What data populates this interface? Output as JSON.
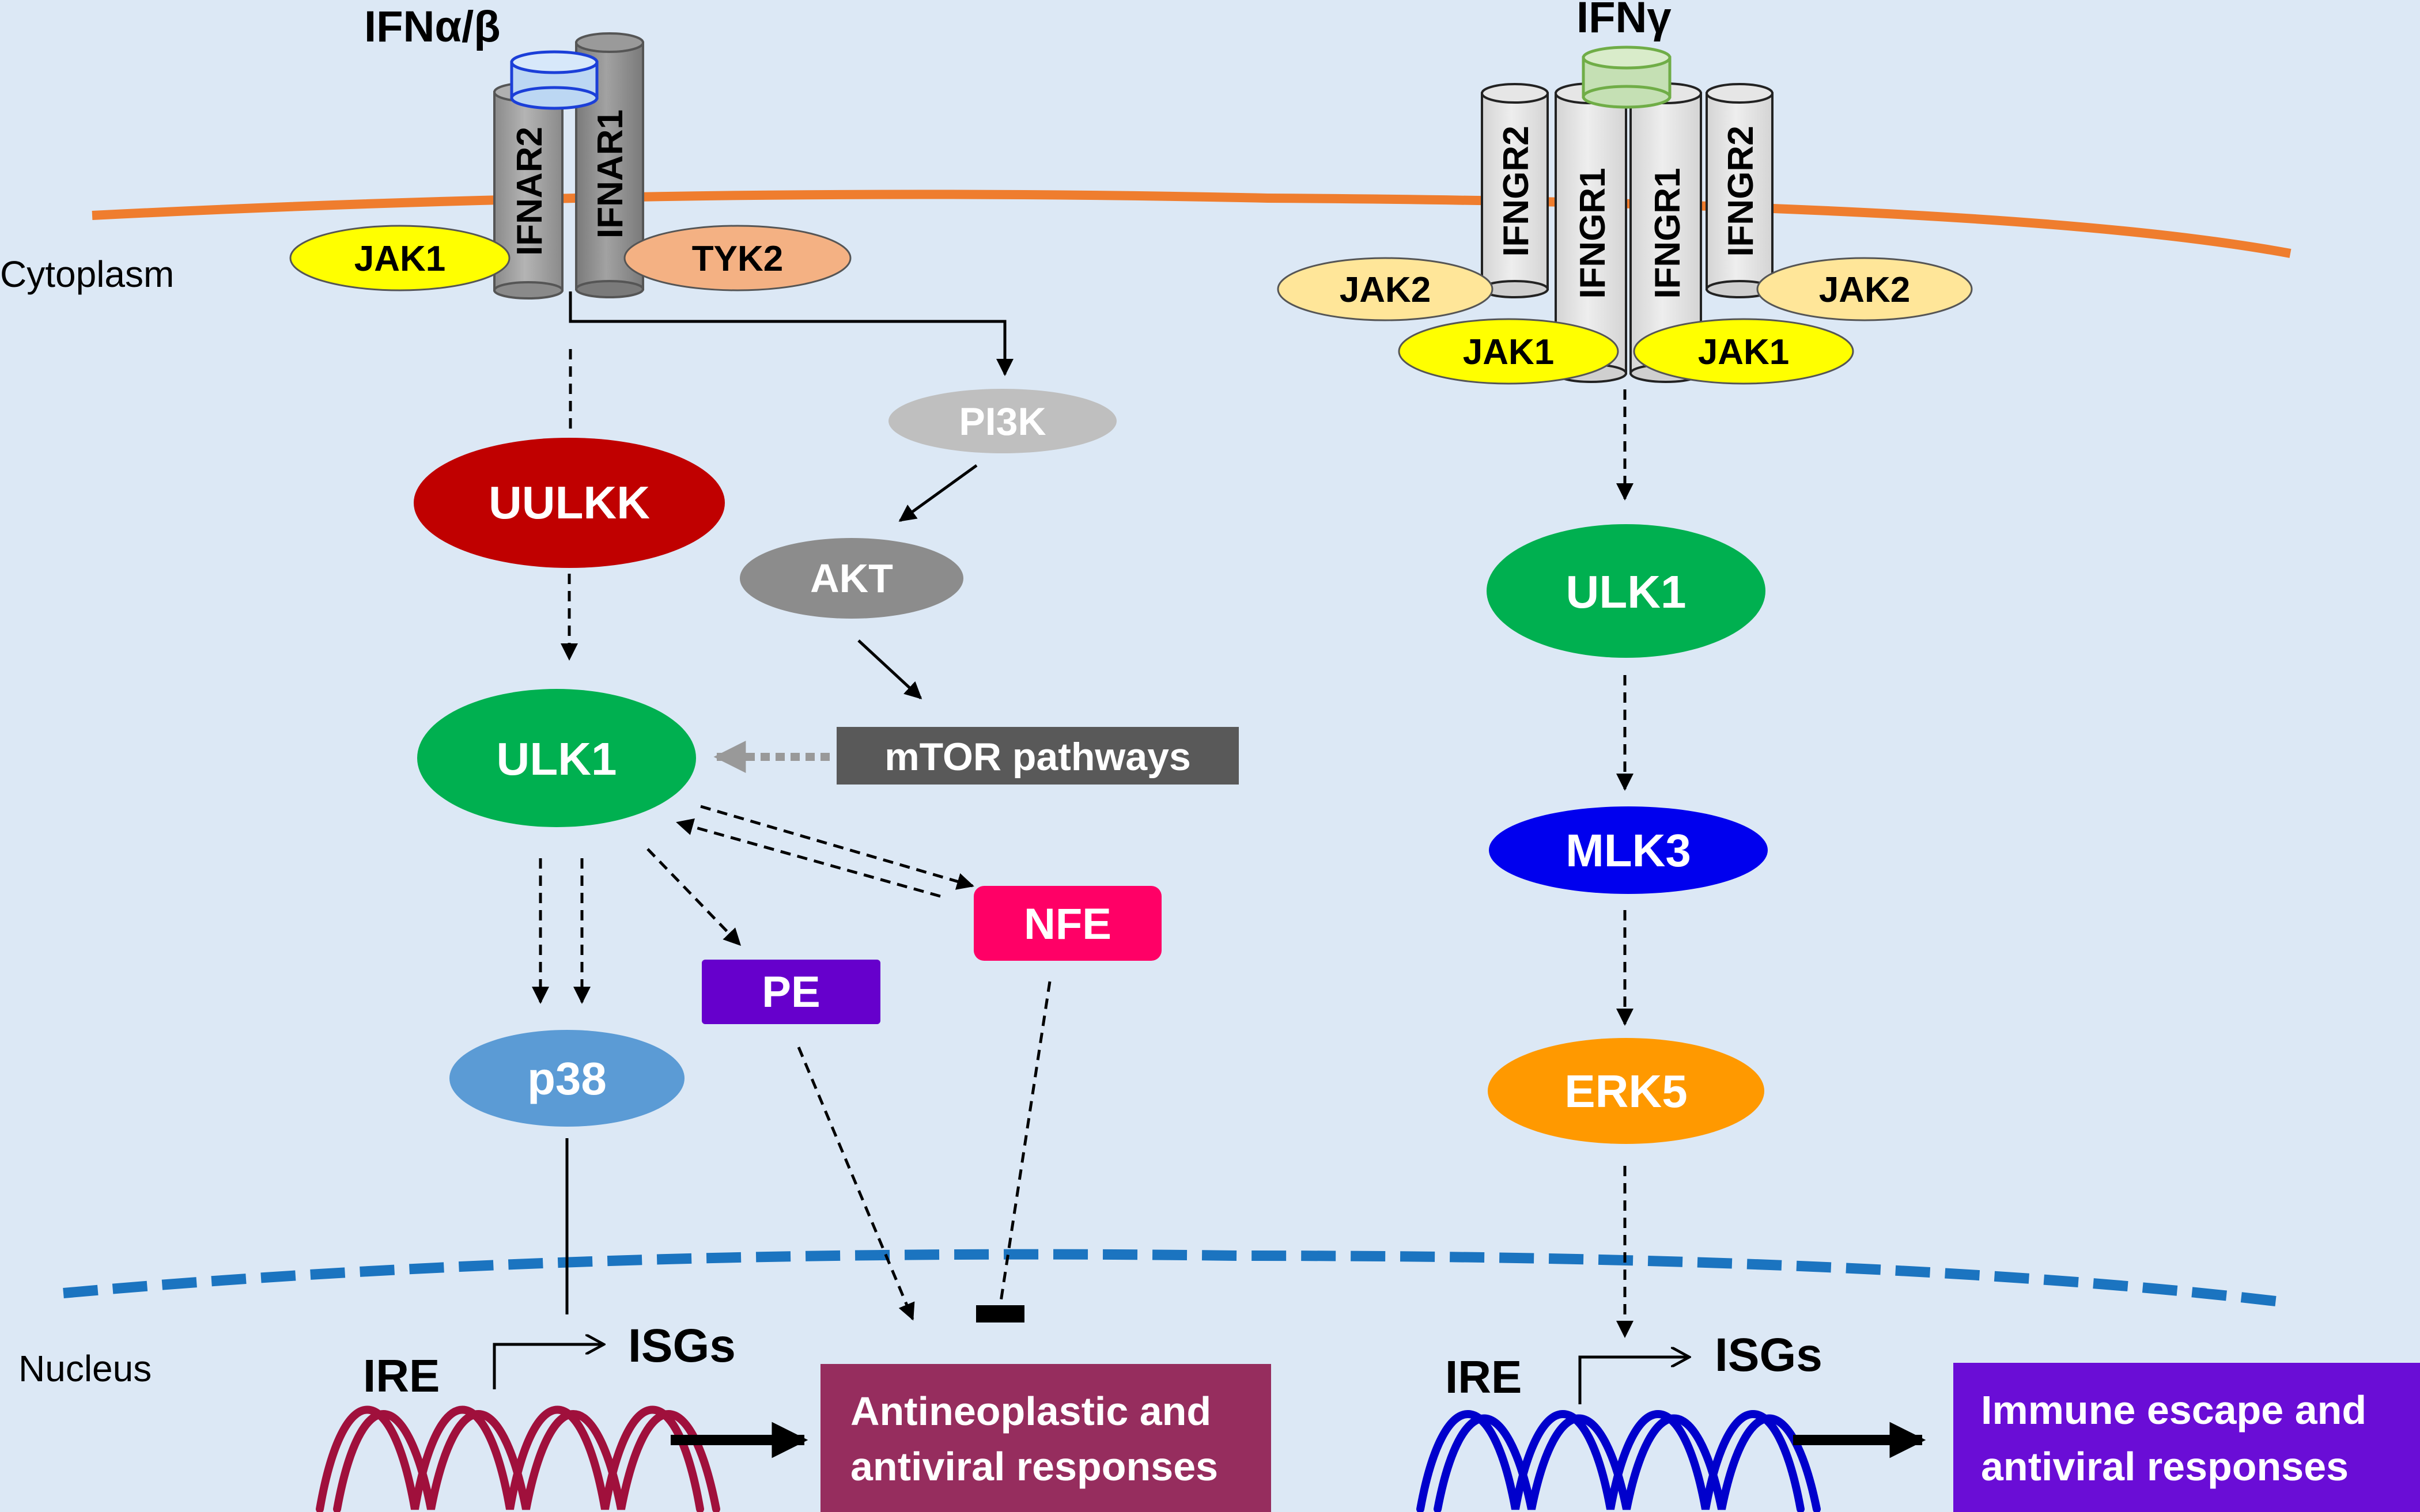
{
  "colors": {
    "background": "#dce8f5",
    "membrane": "#ef7d2e",
    "nuclear_membrane": "#1b74c0",
    "uulkk": "#c00000",
    "ulk1": "#00b050",
    "mlk3": "#0000ee",
    "erk5": "#ff9900",
    "p38": "#5b9bd5",
    "pe": "#6600cc",
    "nfe": "#ff0066",
    "pi3k": "#bfbfbf",
    "akt": "#8c8c8c",
    "mtor": "#595959",
    "jak1": "#ffff00",
    "jak2": "#ffe699",
    "tyk2": "#f4b183",
    "dna_left": "#a0103c",
    "dna_right": "#0000cc",
    "outcome_left": "#962d5e",
    "outcome_right": "#6a0dd6"
  },
  "compartments": {
    "cytoplasm": "Cytoplasm",
    "nucleus": "Nucleus"
  },
  "left_pathway": {
    "ligand": "IFNα/β",
    "receptors": [
      "IFNAR2",
      "IFNAR1"
    ],
    "jak1": "JAK1",
    "tyk2": "TYK2",
    "uulkk": "UULKK",
    "ulk1": "ULK1",
    "p38": "p38",
    "pe": "PE",
    "nfe": "NFE",
    "pi3k": "PI3K",
    "akt": "AKT",
    "mtor": "mTOR pathways",
    "ire": "IRE",
    "isgs": "ISGs",
    "outcome_line1": "Antineoplastic and",
    "outcome_line2": "antiviral responses"
  },
  "right_pathway": {
    "ligand": "IFNγ",
    "receptors": [
      "IFNGR2",
      "IFNGR1",
      "IFNGR1",
      "IFNGR2"
    ],
    "jak2_left": "JAK2",
    "jak2_right": "JAK2",
    "jak1_left": "JAK1",
    "jak1_right": "JAK1",
    "ulk1": "ULK1",
    "mlk3": "MLK3",
    "erk5": "ERK5",
    "ire": "IRE",
    "isgs": "ISGs",
    "outcome_line1": "Immune escape and",
    "outcome_line2": "antiviral responses"
  }
}
